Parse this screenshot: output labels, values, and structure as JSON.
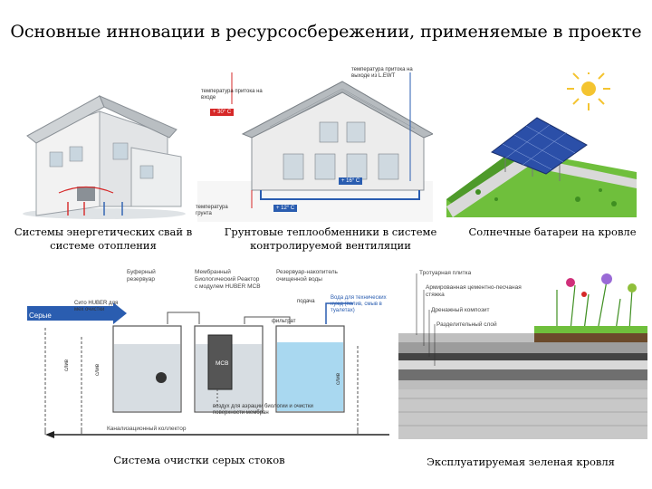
{
  "title": "Основные инновации в ресурсосбережении, применяемые в проекте",
  "captions": {
    "energy_piles": "Системы энергетических свай в системе отопления",
    "ground_exchangers": "Грунтовые теплообменники в системе контролируемой вентиляции",
    "solar_roof": "Солнечные батареи на кровле",
    "greywater": "Система очистки серых стоков",
    "green_roof": "Эксплуатируемая зеленая кровля"
  },
  "ventilation_labels": {
    "temp_inlet": "температура притока на входе",
    "temp_outlet": "температура притока на выходе из L.EWT",
    "temp_ground": "температура грунта",
    "t_plus30": "+ 30° C",
    "t_plus16": "+ 16° C",
    "t_plus12": "+ 12° C"
  },
  "greywater_labels": {
    "buffer_tank": "Буферный резервуар",
    "membrane_reactor": "Мембранный Биологический Реактор с модулем HUBER MCB",
    "clean_tank": "Резервуар-накопитель очищенной воды",
    "sieve": "Сито HUBER для мех очистки",
    "grey_drains": "Серые стоки",
    "filtrate": "фильтрат",
    "supply": "подача",
    "tech_water": "Вода для технических нужд (полив, смыв в туалетах)",
    "air_note": "воздух для аэрации биологии и очистки поверхности мембран",
    "sewer": "Канализационный коллектор",
    "drain": "слив",
    "mcb": "MCB"
  },
  "green_roof_labels": {
    "tile": "Тротуарная плитка",
    "screed": "Армированная цементно-песчаная стяжка",
    "composite": "Дренажный композит",
    "separator": "Разделительный слой"
  },
  "colors": {
    "red_tag": "#d62828",
    "blue_tag": "#2a5db0",
    "water": "#a9d8f0",
    "grass": "#6fbf3c",
    "panel": "#2b4fa8",
    "pipe_red": "#d62828",
    "pipe_blue": "#2a5db0"
  }
}
